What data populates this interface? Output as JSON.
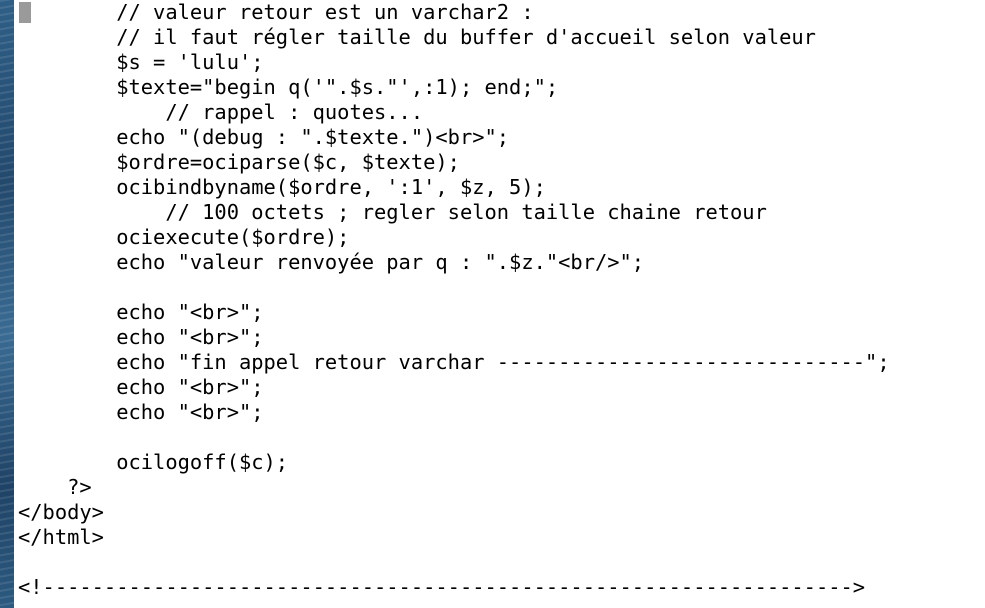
{
  "editor": {
    "lines": [
      "        // valeur retour est un varchar2 :",
      "        // il faut régler taille du buffer d'accueil selon valeur",
      "        $s = 'lulu';",
      "        $texte=\"begin q('\".$s.\"',:1); end;\";",
      "            // rappel : quotes...",
      "        echo \"(debug : \".$texte.\")<br>\";",
      "        $ordre=ociparse($c, $texte);",
      "        ocibindbyname($ordre, ':1', $z, 5);",
      "            // 100 octets ; regler selon taille chaine retour",
      "        ociexecute($ordre);",
      "        echo \"valeur renvoyée par q : \".$z.\"<br/>\";",
      "",
      "        echo \"<br>\";",
      "        echo \"<br>\";",
      "        echo \"fin appel retour varchar ------------------------------\";",
      "        echo \"<br>\";",
      "        echo \"<br>\";",
      "",
      "        ocilogoff($c);",
      "    ?>",
      "</body>",
      "</html>",
      "",
      "<!------------------------------------------------------------------>"
    ]
  }
}
